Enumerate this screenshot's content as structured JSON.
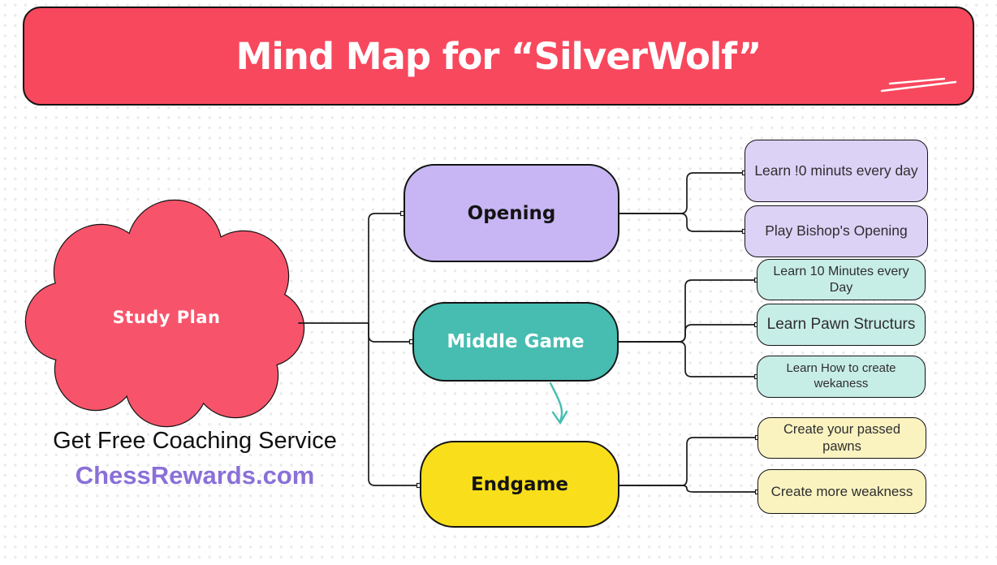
{
  "banner": {
    "title": "Mind Map for “SilverWolf”"
  },
  "root": {
    "label": "Study Plan"
  },
  "branches": [
    {
      "label": "Opening",
      "children": [
        "Learn !0 minuts every day",
        "Play Bishop's Opening"
      ]
    },
    {
      "label": "Middle Game",
      "children": [
        "Learn 10 Minutes every Day",
        "Learn Pawn Structurs",
        "Learn How to create wekaness"
      ]
    },
    {
      "label": "Endgame",
      "children": [
        "Create your passed pawns",
        "Create more weakness"
      ]
    }
  ],
  "footer": {
    "tagline": "Get Free Coaching Service",
    "site": "ChessRewards.com"
  },
  "colors": {
    "banner_red": "#F8485E",
    "cloud_red": "#F7546B",
    "opening_purple": "#C7B6F3",
    "opening_leaf_purple": "#DCD2F6",
    "middle_teal": "#47BCB0",
    "middle_leaf_teal": "#C7EDE7",
    "endgame_yellow": "#F9DF1B",
    "endgame_leaf_yellow": "#FAF3C0",
    "link_purple": "#8A70D8",
    "arrow_teal": "#45BDB1",
    "edge_black": "#1a1a1a"
  }
}
